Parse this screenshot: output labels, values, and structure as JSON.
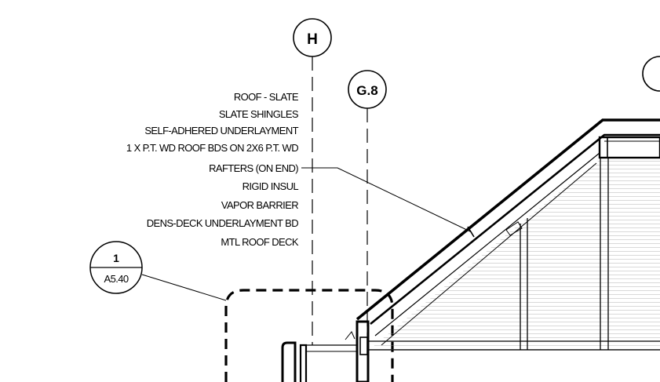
{
  "grid_bubbles": [
    {
      "label": "H"
    },
    {
      "label": "G.8"
    }
  ],
  "notes": [
    "ROOF - SLATE",
    "SLATE SHINGLES",
    "SELF-ADHERED UNDERLAYMENT",
    "1 X P.T. WD ROOF BDS ON 2X6 P.T. WD",
    "RAFTERS (ON END)",
    "RIGID INSUL",
    "VAPOR BARRIER",
    "DENS-DECK UNDERLAYMENT BD",
    "MTL ROOF DECK"
  ],
  "detail_callout": {
    "number": "1",
    "sheet": "A5.40"
  }
}
